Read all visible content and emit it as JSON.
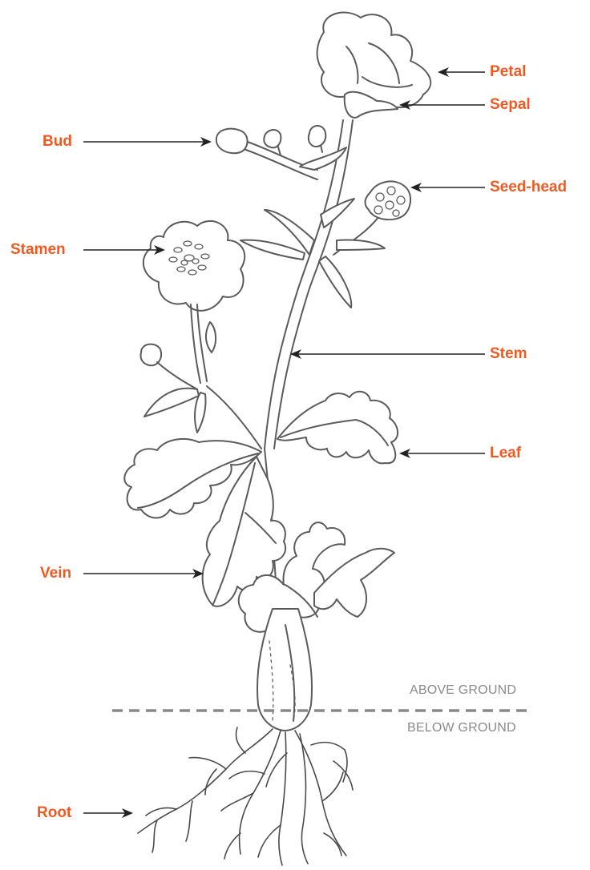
{
  "labels": {
    "petal": "Petal",
    "sepal": "Sepal",
    "bud": "Bud",
    "seed_head": "Seed-head",
    "stamen": "Stamen",
    "stem": "Stem",
    "leaf": "Leaf",
    "vein": "Vein",
    "root": "Root"
  },
  "ground": {
    "above": "ABOVE GROUND",
    "below": "BELOW GROUND"
  },
  "colors": {
    "label": "#f05a22",
    "drawing": "#5b5b5b",
    "ground_line": "#8a8a8a"
  }
}
